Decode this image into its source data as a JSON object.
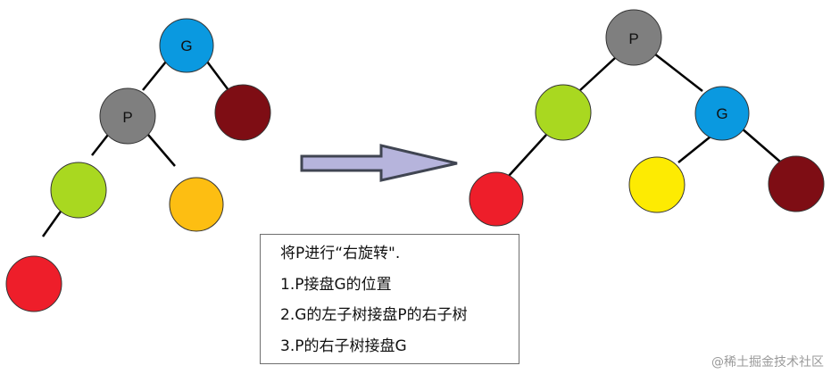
{
  "colors": {
    "grandparent": "#0A99E0",
    "parent": "#7F7F7F",
    "uncle": "#7E0D14",
    "left_child": "#A9D820",
    "right_child": "#FDBE12",
    "right_child_after": "#FDEB02",
    "grandchild": "#EE1E2A",
    "edge": "#000000",
    "arrow_fill": "#B6B4DC",
    "arrow_stroke": "#404552"
  },
  "before_tree": {
    "node_g_label": "G",
    "node_p_label": "P"
  },
  "after_tree": {
    "node_p_label": "P",
    "node_g_label": "G"
  },
  "arrow_icon": "right-arrow-icon",
  "note": {
    "lines": [
      "将P进行“右旋转\".",
      "1.P接盘G的位置",
      "2.G的左子树接盘P的右子树",
      "3.P的右子树接盘G"
    ]
  },
  "watermark": "@稀土掘金技术社区"
}
